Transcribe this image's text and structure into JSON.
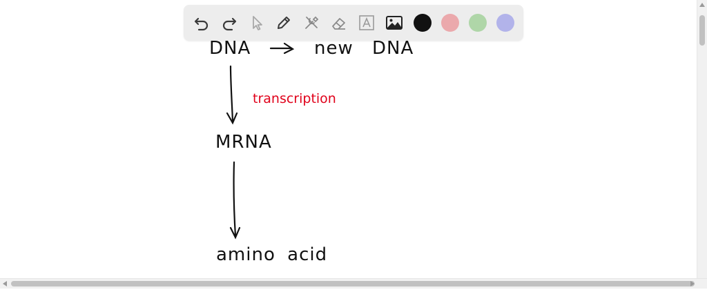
{
  "canvas": {
    "notes": {
      "dna": "DNA",
      "new_dna": "new DNA",
      "transcription": "transcription",
      "mrna": "MRNA",
      "amino_acid": "amino acid"
    },
    "ink_colors": {
      "black": "#111111",
      "red": "#e0001a"
    }
  },
  "toolbar": {
    "tools": [
      {
        "name": "undo-icon"
      },
      {
        "name": "redo-icon"
      },
      {
        "name": "select-pointer-icon"
      },
      {
        "name": "pen-icon"
      },
      {
        "name": "tools-icon"
      },
      {
        "name": "eraser-icon"
      },
      {
        "name": "text-icon"
      },
      {
        "name": "image-icon"
      }
    ],
    "colors": [
      {
        "name": "black",
        "hex": "#111111",
        "selected": true
      },
      {
        "name": "pink",
        "hex": "#eba9ac",
        "selected": false
      },
      {
        "name": "green",
        "hex": "#afd6a8",
        "selected": false
      },
      {
        "name": "purple",
        "hex": "#b2b3ea",
        "selected": false
      }
    ]
  }
}
